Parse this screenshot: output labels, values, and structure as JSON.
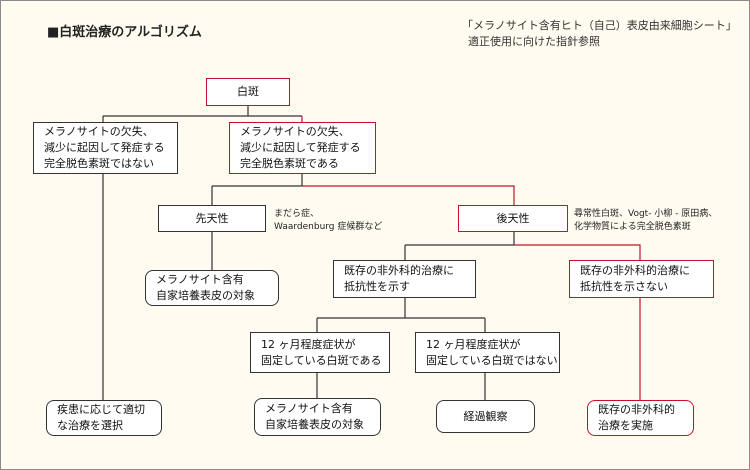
{
  "title": "■白斑治療のアルゴリズム",
  "reference_note": {
    "line1": "「メラノサイト含有ヒト（自己）表皮由来細胞シート」",
    "line2": "適正使用に向けた指針参照"
  },
  "nodes": {
    "vitiligo": "白斑",
    "not_melanocyte_loss": "メラノサイトの欠失、\n減少に起因して発症する\n完全脱色素斑ではない",
    "melanocyte_loss": "メラノサイトの欠失、\n減少に起因して発症する\n完全脱色素斑である",
    "congenital": "先天性",
    "acquired": "後天性",
    "congenital_target": "メラノサイト含有\n自家培養表皮の対象",
    "resistant": "既存の非外科的治療に\n抵抗性を示す",
    "not_resistant": "既存の非外科的治療に\n抵抗性を示さない",
    "fixed_12m": "12 ヶ月程度症状が\n固定している白斑である",
    "not_fixed_12m": "12 ヶ月程度症状が\n固定している白斑ではない",
    "select_treatment": "疾患に応じて適切\nな治療を選択",
    "acquired_target": "メラノサイト含有\n自家培養表皮の対象",
    "observe": "経過観察",
    "perform_nonsurgical": "既存の非外科的\n治療を実施"
  },
  "annotations": {
    "congenital_examples": "まだら症、\nWaardenburg 症候群など",
    "acquired_examples": "尋常性白斑、Vogt- 小柳 - 原田病、\n化学物質による完全脱色素斑"
  },
  "colors": {
    "highlight_border": "#c8102e",
    "default_border": "#333333",
    "background": "#fffbf0"
  }
}
